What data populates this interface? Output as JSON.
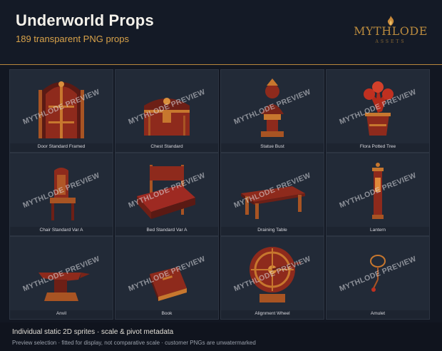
{
  "header": {
    "title": "Underworld Props",
    "subtitle": "189 transparent PNG props",
    "logo_text": "MYTHLODE",
    "logo_sub": "ASSETS"
  },
  "watermark": "MYTHLODE PREVIEW",
  "tiles": [
    {
      "label": "Door Standard Framed"
    },
    {
      "label": "Chest Standard"
    },
    {
      "label": "Statue Bust"
    },
    {
      "label": "Flora Potted Tree"
    },
    {
      "label": "Chair Standard Var A"
    },
    {
      "label": "Bed Standard Var A"
    },
    {
      "label": "Draining Table"
    },
    {
      "label": "Lantern"
    },
    {
      "label": "Anvil"
    },
    {
      "label": "Book"
    },
    {
      "label": "Alignment Wheel"
    },
    {
      "label": "Amulet"
    }
  ],
  "footer": {
    "line1": "Individual static 2D sprites · scale & pivot metadata",
    "line2": "Preview selection · fitted for display, not comparative scale · customer PNGs are unwatermarked"
  },
  "colors": {
    "accent": "#d8a24a",
    "background": "#121722",
    "tile": "#222a37",
    "prop_red": "#8e2a1c",
    "prop_gold": "#c7772e"
  }
}
